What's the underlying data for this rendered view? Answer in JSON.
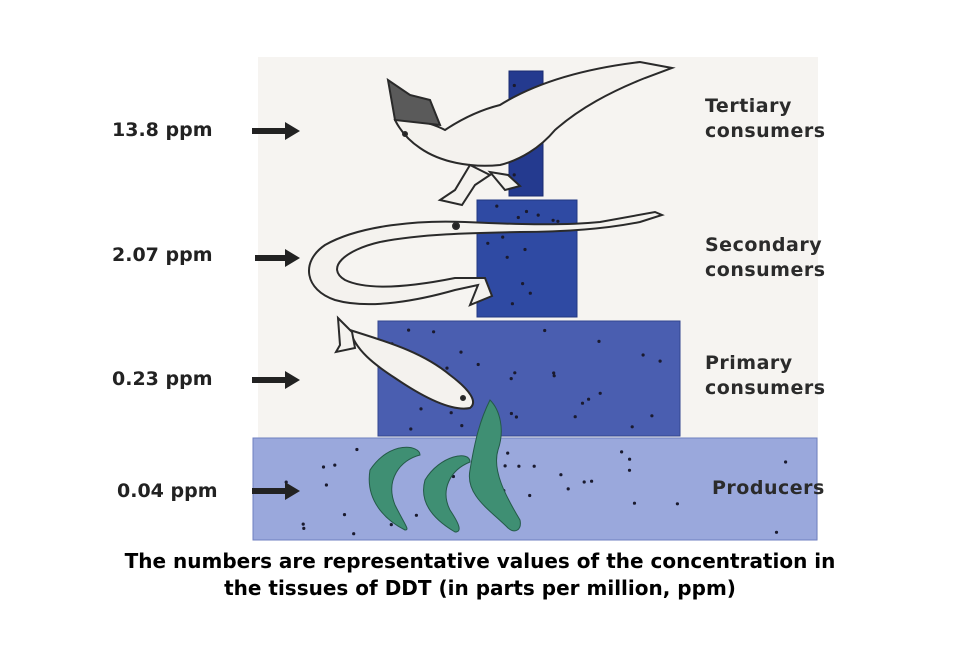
{
  "levels": [
    {
      "ppm": "13.8 ppm",
      "line1": "Tertiary",
      "line2": "consumers",
      "value_ppm": 13.8
    },
    {
      "ppm": "2.07 ppm",
      "line1": "Secondary",
      "line2": "consumers",
      "value_ppm": 2.07
    },
    {
      "ppm": "0.23 ppm",
      "line1": "Primary",
      "line2": "consumers",
      "value_ppm": 0.23
    },
    {
      "ppm": "0.04 ppm",
      "line1": "Producers",
      "line2": "",
      "value_ppm": 0.04
    }
  ],
  "caption": {
    "line1": "The numbers are representative values of the concentration in",
    "line2": "the tissues of DDT (in parts per million, ppm)"
  },
  "colors": {
    "panel": "#f6f4f1",
    "producers_block": "#9aa8dc",
    "primary_block": "#4a5eb0",
    "secondary_block": "#2f4aa3",
    "tertiary_block": "#243a8f",
    "algae": "#3f8f73",
    "dots": "#1a1a2e"
  },
  "icons": [
    "osprey-icon",
    "needlefish-icon",
    "small-fish-icon",
    "algae-icon",
    "arrow-icon"
  ]
}
